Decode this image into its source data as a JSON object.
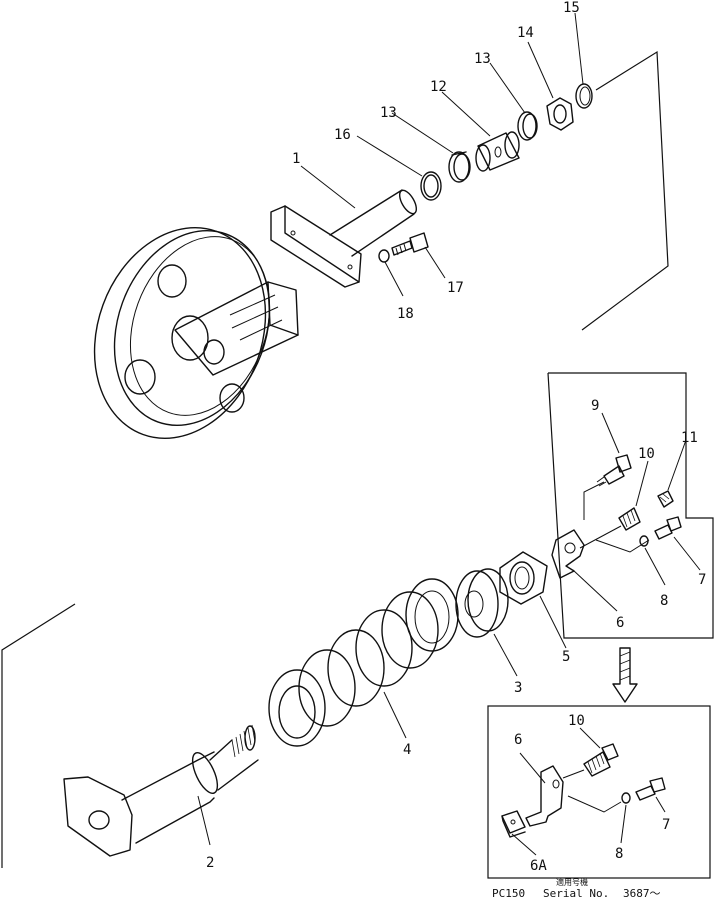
{
  "callouts": {
    "c1": "1",
    "c2": "2",
    "c3": "3",
    "c4": "4",
    "c5": "5",
    "c6_upper": "6",
    "c6_lower": "6",
    "c6A": "6A",
    "c7_upper": "7",
    "c7_lower": "7",
    "c8_upper": "8",
    "c8_lower": "8",
    "c9": "9",
    "c10_upper": "10",
    "c10_lower": "10",
    "c11": "11",
    "c12": "12",
    "c13_a": "13",
    "c13_b": "13",
    "c14": "14",
    "c15": "15",
    "c16": "16",
    "c17": "17",
    "c18": "18"
  },
  "footer": {
    "model": "PC150",
    "applicability": "適用号機",
    "serial_label": "Serial No.",
    "serial_value": "3687～"
  }
}
